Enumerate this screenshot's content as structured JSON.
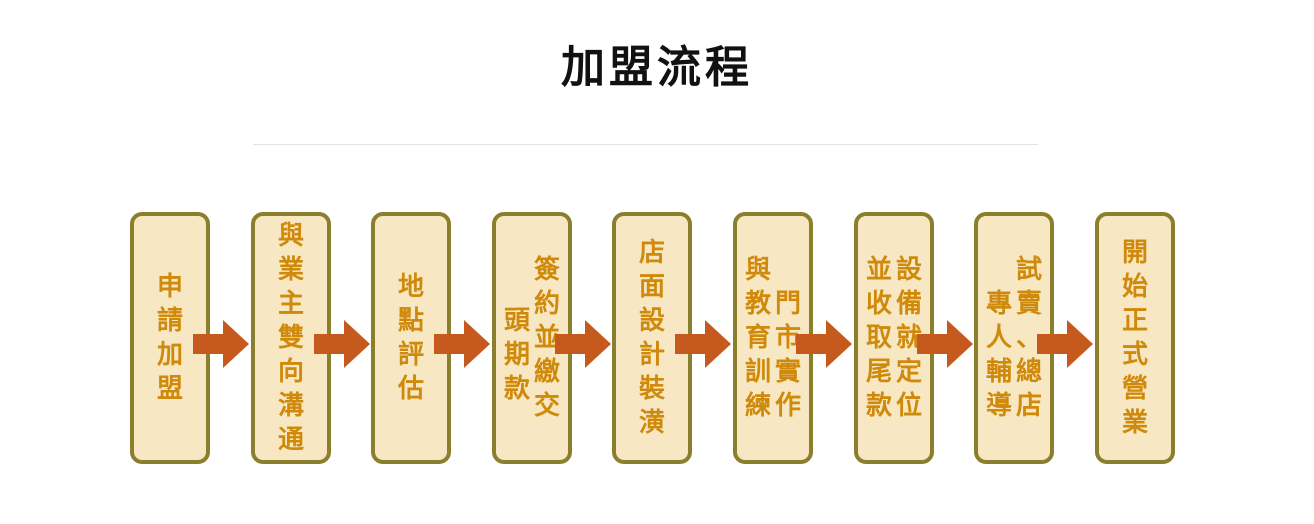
{
  "title": "加盟流程",
  "colors": {
    "box_fill": "#f7e8c3",
    "box_border": "#8b7e2c",
    "step_text": "#d08a0b",
    "arrow": "#c65a1e",
    "divider": "#e2e2e2"
  },
  "steps": [
    {
      "lines": [
        "申請加盟"
      ]
    },
    {
      "lines": [
        "與業主雙向溝通"
      ]
    },
    {
      "lines": [
        "地點評估"
      ]
    },
    {
      "lines": [
        "簽約並繳交",
        "頭期款"
      ]
    },
    {
      "lines": [
        "店面設計裝潢"
      ]
    },
    {
      "lines": [
        "門市實作",
        "與教育訓練"
      ]
    },
    {
      "lines": [
        "設備就定位",
        "並收取尾款"
      ]
    },
    {
      "lines": [
        "試賣、總店",
        "專人輔導"
      ]
    },
    {
      "lines": [
        "開始正式營業"
      ]
    }
  ]
}
